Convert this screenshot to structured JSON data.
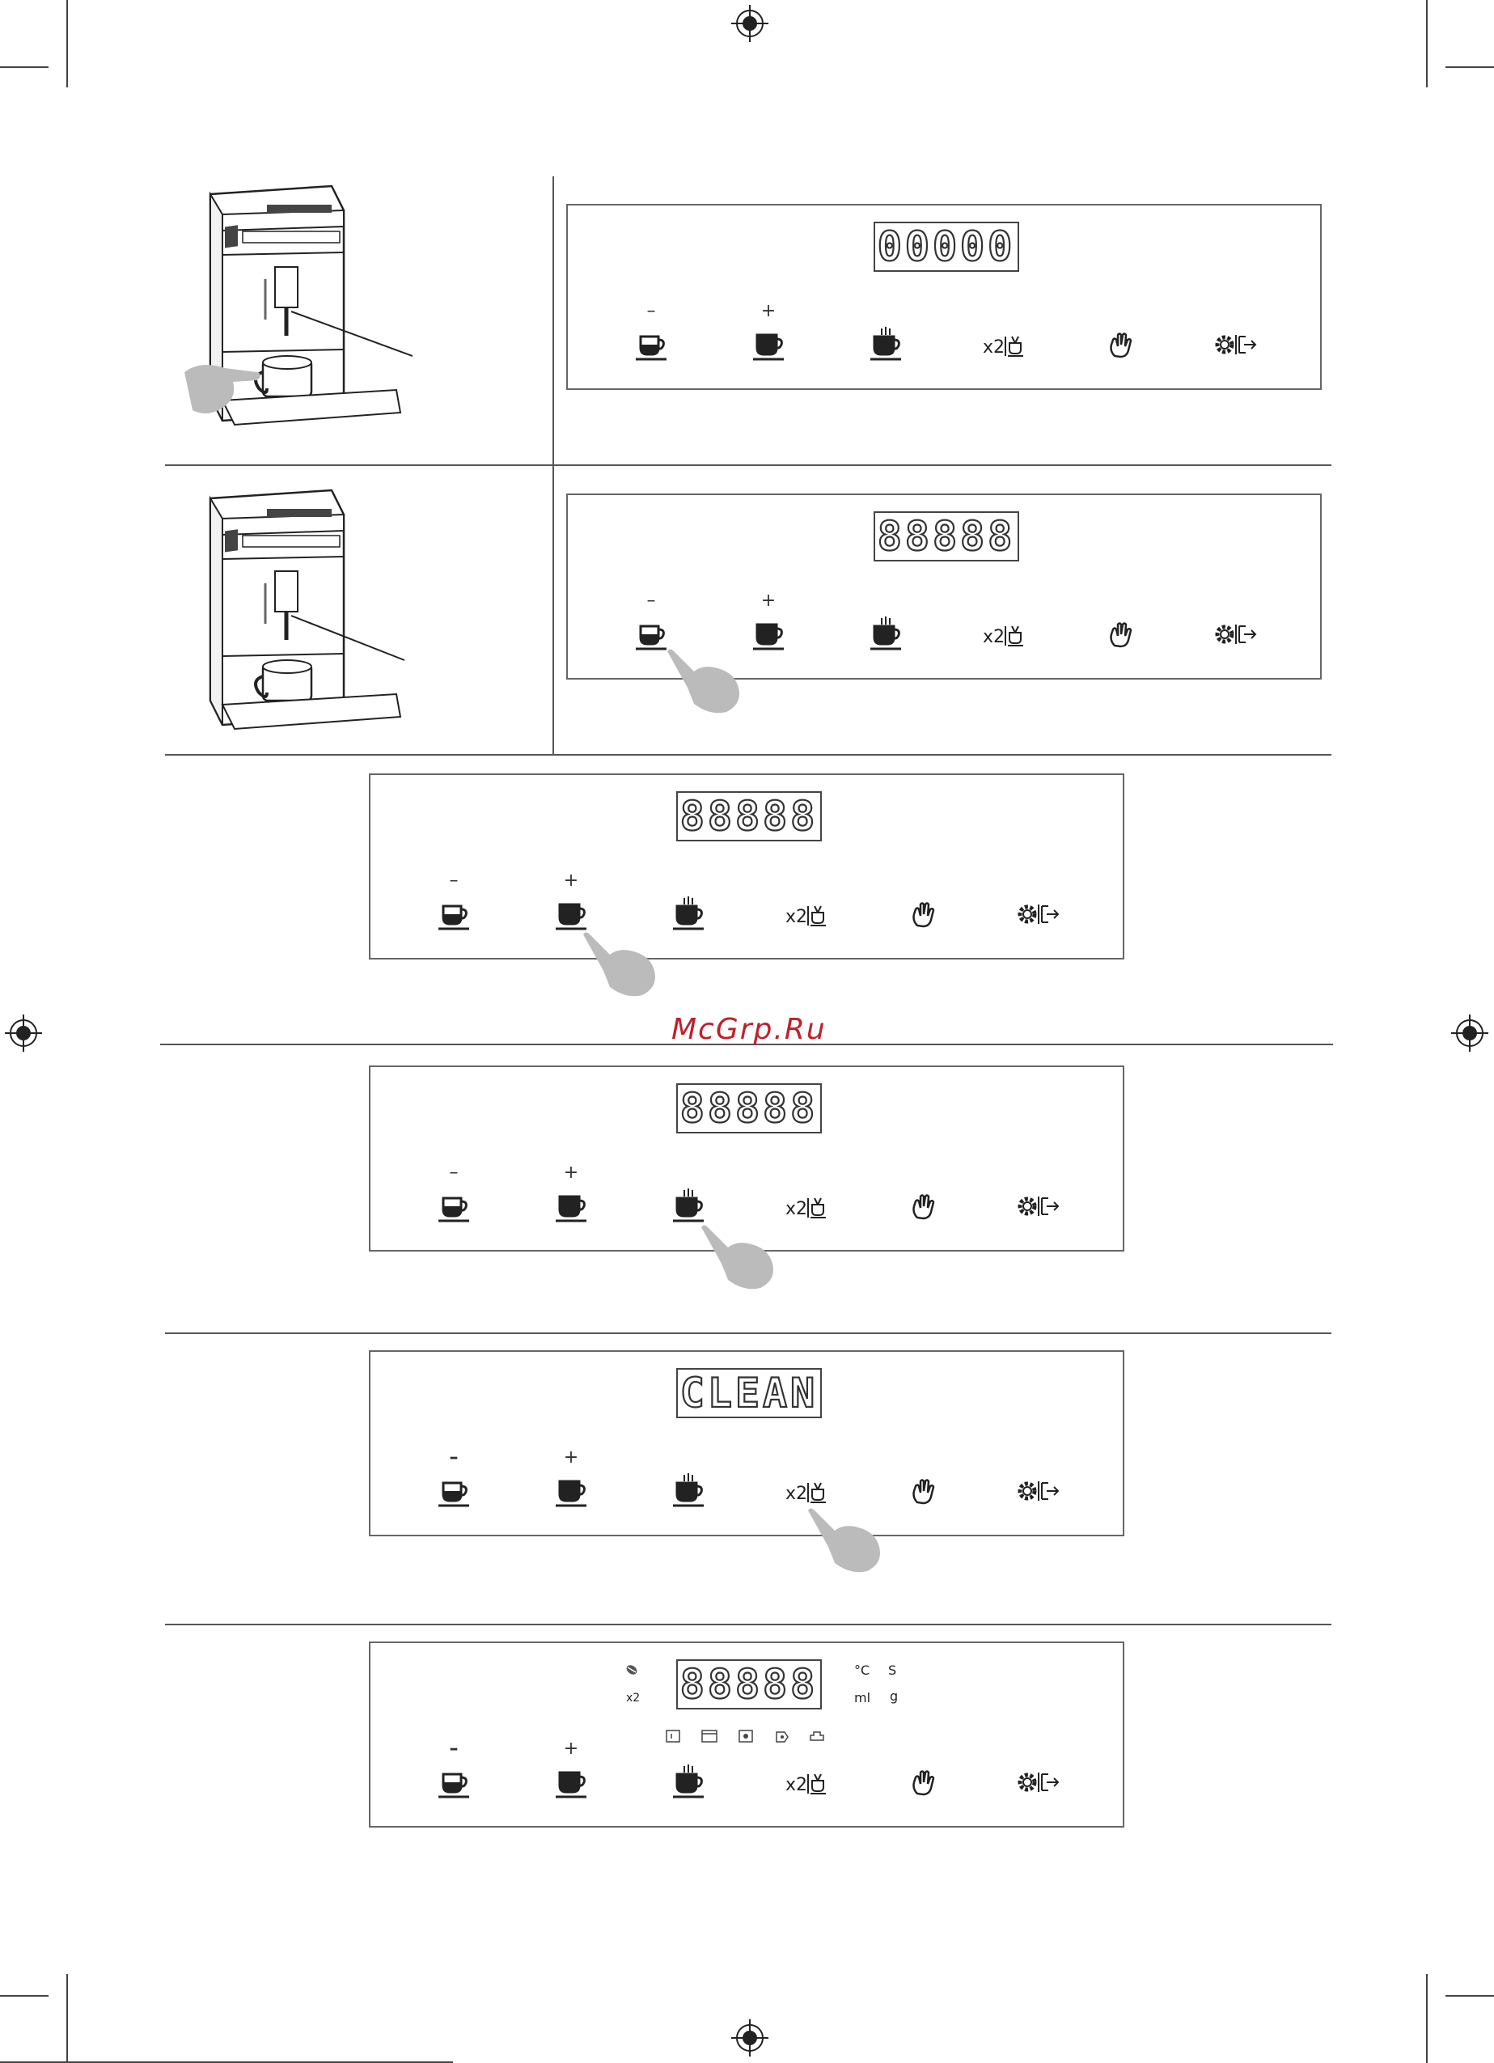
{
  "watermark": "McGrp.Ru",
  "button_labels": {
    "minus": "–",
    "plus": "+"
  },
  "icons": [
    "small-coffee-icon",
    "large-coffee-icon",
    "strong-coffee-icon",
    "double-cup-icon",
    "hand-touch-icon",
    "settings-exit-icon"
  ],
  "panels": [
    {
      "display": "00000"
    },
    {
      "display": "88888"
    },
    {
      "display": "88888"
    },
    {
      "display": "88888"
    },
    {
      "display": "CLEAN"
    },
    {
      "display": "88888",
      "extra": {
        "x2": "x2",
        "celsius": "°C",
        "seconds": "S",
        "ml": "ml",
        "grams": "g"
      }
    }
  ],
  "colors": {
    "watermark": "#c0202a",
    "line": "#555555"
  }
}
